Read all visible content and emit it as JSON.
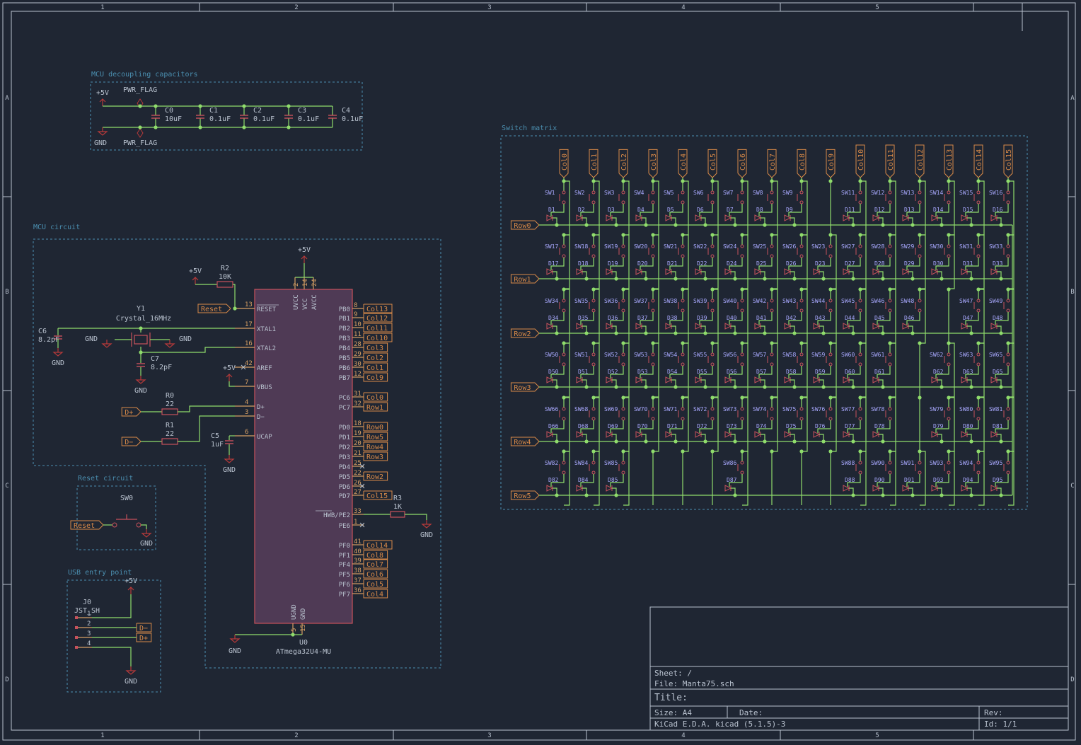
{
  "border": {
    "columns": [
      "1",
      "2",
      "3",
      "4",
      "5"
    ],
    "rows": [
      "A",
      "B",
      "C",
      "D"
    ]
  },
  "colors": {
    "background": "#1f2633",
    "wire": "#8fdc6c",
    "body": "#c8515c",
    "refdes": "#a9a9ff",
    "pin": "#d8a064",
    "label": "#d98a48",
    "power": "#b83a3a",
    "text": "#b9c2cf",
    "box": "#4b8fb0",
    "ic_fill": "#4f3a55"
  },
  "groups": {
    "decoupling": "MCU decoupling capacitors",
    "mcu": "MCU circuit",
    "reset": "Reset circuit",
    "usb": "USB entry point",
    "matrix": "Switch matrix"
  },
  "decoupling": {
    "power_top": "+5V",
    "flag_top": "PWR_FLAG",
    "power_bottom": "GND",
    "flag_bottom": "PWR_FLAG",
    "caps": [
      {
        "ref": "C0",
        "value": "10uF"
      },
      {
        "ref": "C1",
        "value": "0.1uF"
      },
      {
        "ref": "C2",
        "value": "0.1uF"
      },
      {
        "ref": "C3",
        "value": "0.1uF"
      },
      {
        "ref": "C4",
        "value": "0.1uF"
      }
    ]
  },
  "mcu": {
    "ref": "U0",
    "part": "ATmega32U4-MU",
    "top_power": "+5V",
    "top_pins": [
      "UVCC",
      "VCC",
      "AVCC"
    ],
    "top_pin_numbers": [
      "2",
      "14",
      "24"
    ],
    "bottom_pins": [
      "UGND",
      "GND"
    ],
    "bottom_pin_numbers": [
      "5",
      "15"
    ],
    "left_pins": [
      {
        "num": "13",
        "name": "RESET"
      },
      {
        "num": "17",
        "name": "XTAL1"
      },
      {
        "num": "16",
        "name": "XTAL2"
      },
      {
        "num": "42",
        "name": "AREF"
      },
      {
        "num": "7",
        "name": "VBUS"
      },
      {
        "num": "4",
        "name": "D+"
      },
      {
        "num": "3",
        "name": "D−"
      },
      {
        "num": "6",
        "name": "UCAP"
      }
    ],
    "right_pins": [
      {
        "num": "8",
        "name": "PB0",
        "label": "Col13"
      },
      {
        "num": "9",
        "name": "PB1",
        "label": "Col12"
      },
      {
        "num": "10",
        "name": "PB2",
        "label": "Col11"
      },
      {
        "num": "11",
        "name": "PB3",
        "label": "Col10"
      },
      {
        "num": "28",
        "name": "PB4",
        "label": "Col3"
      },
      {
        "num": "29",
        "name": "PB5",
        "label": "Col2"
      },
      {
        "num": "30",
        "name": "PB6",
        "label": "Col1"
      },
      {
        "num": "12",
        "name": "PB7",
        "label": "Col9"
      },
      {
        "num": "31",
        "name": "PC6",
        "label": "Col0"
      },
      {
        "num": "32",
        "name": "PC7",
        "label": "Row1"
      },
      {
        "num": "18",
        "name": "PD0",
        "label": "Row0"
      },
      {
        "num": "19",
        "name": "PD1",
        "label": "Row5"
      },
      {
        "num": "20",
        "name": "PD2",
        "label": "Row4"
      },
      {
        "num": "21",
        "name": "PD3",
        "label": "Row3"
      },
      {
        "num": "25",
        "name": "PD4",
        "label": ""
      },
      {
        "num": "22",
        "name": "PD5",
        "label": "Row2"
      },
      {
        "num": "26",
        "name": "PD6",
        "label": ""
      },
      {
        "num": "27",
        "name": "PD7",
        "label": "Col15"
      },
      {
        "num": "33",
        "name": "HWB/PE2",
        "label": ""
      },
      {
        "num": "1",
        "name": "PE6",
        "label": ""
      },
      {
        "num": "41",
        "name": "PF0",
        "label": "Col14"
      },
      {
        "num": "40",
        "name": "PF1",
        "label": "Col8"
      },
      {
        "num": "39",
        "name": "PF4",
        "label": "Col7"
      },
      {
        "num": "38",
        "name": "PF5",
        "label": "Col6"
      },
      {
        "num": "37",
        "name": "PF6",
        "label": "Col5"
      },
      {
        "num": "36",
        "name": "PF7",
        "label": "Col4"
      }
    ],
    "reset_label": "Reset",
    "r2": {
      "ref": "R2",
      "value": "10K",
      "power": "+5V"
    },
    "crystal": {
      "ref": "Y1",
      "value": "Crystal_16MHz",
      "gnd_left": "GND",
      "gnd_right": "GND"
    },
    "c6": {
      "ref": "C6",
      "value": "8.2pF",
      "gnd": "GND"
    },
    "c7": {
      "ref": "C7",
      "value": "8.2pF",
      "gnd": "GND"
    },
    "aref_power": "+5V",
    "r0": {
      "ref": "R0",
      "value": "22",
      "net": "D+"
    },
    "r1": {
      "ref": "R1",
      "value": "22",
      "net": "D−"
    },
    "c5": {
      "ref": "C5",
      "value": "1uF",
      "gnd": "GND"
    },
    "r3": {
      "ref": "R3",
      "value": "1K",
      "gnd": "GND"
    },
    "bottom_gnd": "GND"
  },
  "reset_circuit": {
    "ref": "SW0",
    "label": "Reset",
    "gnd": "GND"
  },
  "usb": {
    "ref": "J0",
    "part": "JST_SH",
    "power": "+5V",
    "gnd": "GND",
    "pins": [
      "1",
      "2",
      "3",
      "4"
    ],
    "labels": [
      "D−",
      "D+"
    ]
  },
  "matrix": {
    "columns": [
      "Col0",
      "Col1",
      "Col2",
      "Col3",
      "Col4",
      "Col5",
      "Col6",
      "Col7",
      "Col8",
      "Col9",
      "Col10",
      "Col11",
      "Col12",
      "Col13",
      "Col14",
      "Col15"
    ],
    "rows": [
      "Row0",
      "Row1",
      "Row2",
      "Row3",
      "Row4",
      "Row5"
    ],
    "cells": [
      [
        [
          "SW1",
          "D1"
        ],
        [
          "SW2",
          "D2"
        ],
        [
          "SW3",
          "D3"
        ],
        [
          "SW4",
          "D4"
        ],
        [
          "SW5",
          "D5"
        ],
        [
          "SW6",
          "D6"
        ],
        [
          "SW7",
          "D7"
        ],
        [
          "SW8",
          "D8"
        ],
        [
          "SW9",
          "D9"
        ],
        null,
        [
          "SW11",
          "D11"
        ],
        [
          "SW12",
          "D12"
        ],
        [
          "SW13",
          "D13"
        ],
        [
          "SW14",
          "D14"
        ],
        [
          "SW15",
          "D15"
        ],
        [
          "SW16",
          "D16"
        ]
      ],
      [
        [
          "SW17",
          "D17"
        ],
        [
          "SW18",
          "D18"
        ],
        [
          "SW19",
          "D19"
        ],
        [
          "SW20",
          "D20"
        ],
        [
          "SW21",
          "D21"
        ],
        [
          "SW22",
          "D22"
        ],
        [
          "SW24",
          "D24"
        ],
        [
          "SW25",
          "D25"
        ],
        [
          "SW26",
          "D26"
        ],
        [
          "SW23",
          "D23"
        ],
        [
          "SW27",
          "D27"
        ],
        [
          "SW28",
          "D28"
        ],
        [
          "SW29",
          "D29"
        ],
        [
          "SW30",
          "D30"
        ],
        [
          "SW31",
          "D31"
        ],
        [
          "SW33",
          "D33"
        ]
      ],
      [
        [
          "SW34",
          "D34"
        ],
        [
          "SW35",
          "D35"
        ],
        [
          "SW36",
          "D36"
        ],
        [
          "SW37",
          "D37"
        ],
        [
          "SW38",
          "D38"
        ],
        [
          "SW39",
          "D39"
        ],
        [
          "SW40",
          "D40"
        ],
        [
          "SW42",
          "D41"
        ],
        [
          "SW43",
          "D42"
        ],
        [
          "SW44",
          "D43"
        ],
        [
          "SW45",
          "D44"
        ],
        [
          "SW46",
          "D45"
        ],
        [
          "SW48",
          "D46"
        ],
        null,
        [
          "SW47",
          "D47"
        ],
        [
          "SW49",
          "D48"
        ]
      ],
      [
        [
          "SW50",
          "D50"
        ],
        [
          "SW51",
          "D51"
        ],
        [
          "SW52",
          "D52"
        ],
        [
          "SW53",
          "D53"
        ],
        [
          "SW54",
          "D54"
        ],
        [
          "SW55",
          "D55"
        ],
        [
          "SW56",
          "D56"
        ],
        [
          "SW57",
          "D57"
        ],
        [
          "SW58",
          "D58"
        ],
        [
          "SW59",
          "D59"
        ],
        [
          "SW60",
          "D60"
        ],
        [
          "SW61",
          "D61"
        ],
        null,
        [
          "SW62",
          "D62"
        ],
        [
          "SW63",
          "D63"
        ],
        [
          "SW65",
          "D65"
        ]
      ],
      [
        [
          "SW66",
          "D66"
        ],
        [
          "SW68",
          "D68"
        ],
        [
          "SW69",
          "D69"
        ],
        [
          "SW70",
          "D70"
        ],
        [
          "SW71",
          "D71"
        ],
        [
          "SW72",
          "D72"
        ],
        [
          "SW73",
          "D73"
        ],
        [
          "SW74",
          "D74"
        ],
        [
          "SW75",
          "D75"
        ],
        [
          "SW76",
          "D76"
        ],
        [
          "SW77",
          "D77"
        ],
        [
          "SW78",
          "D78"
        ],
        null,
        [
          "SW79",
          "D79"
        ],
        [
          "SW80",
          "D80"
        ],
        [
          "SW81",
          "D81"
        ]
      ],
      [
        [
          "SW82",
          "D82"
        ],
        [
          "SW84",
          "D84"
        ],
        [
          "SW85",
          "D85"
        ],
        null,
        null,
        null,
        [
          "SW86",
          "D87"
        ],
        null,
        null,
        null,
        [
          "SW88",
          "D88"
        ],
        [
          "SW90",
          "D90"
        ],
        [
          "SW91",
          "D91"
        ],
        [
          "SW93",
          "D93"
        ],
        [
          "SW94",
          "D94"
        ],
        [
          "SW95",
          "D95"
        ]
      ]
    ]
  },
  "title_block": {
    "sheet": "Sheet: /",
    "file": "File: Manta75.sch",
    "title": "Title:",
    "size": "Size: A4",
    "date": "Date:",
    "rev": "Rev:",
    "tool": "KiCad E.D.A.  kicad (5.1.5)-3",
    "id": "Id: 1/1"
  }
}
